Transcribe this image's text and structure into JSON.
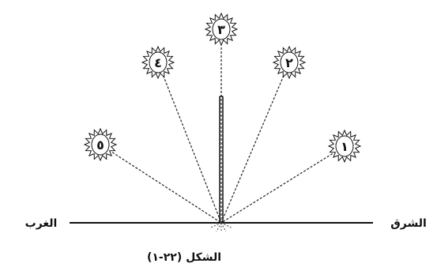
{
  "diagram": {
    "labels": {
      "west": "الغرب",
      "east": "الشرق",
      "caption": "الشكل (٢٢-١)"
    },
    "suns": [
      {
        "id": "sun-1",
        "number": "١"
      },
      {
        "id": "sun-2",
        "number": "٢"
      },
      {
        "id": "sun-3",
        "number": "٣"
      },
      {
        "id": "sun-4",
        "number": "٤"
      },
      {
        "id": "sun-5",
        "number": "٥"
      }
    ]
  }
}
